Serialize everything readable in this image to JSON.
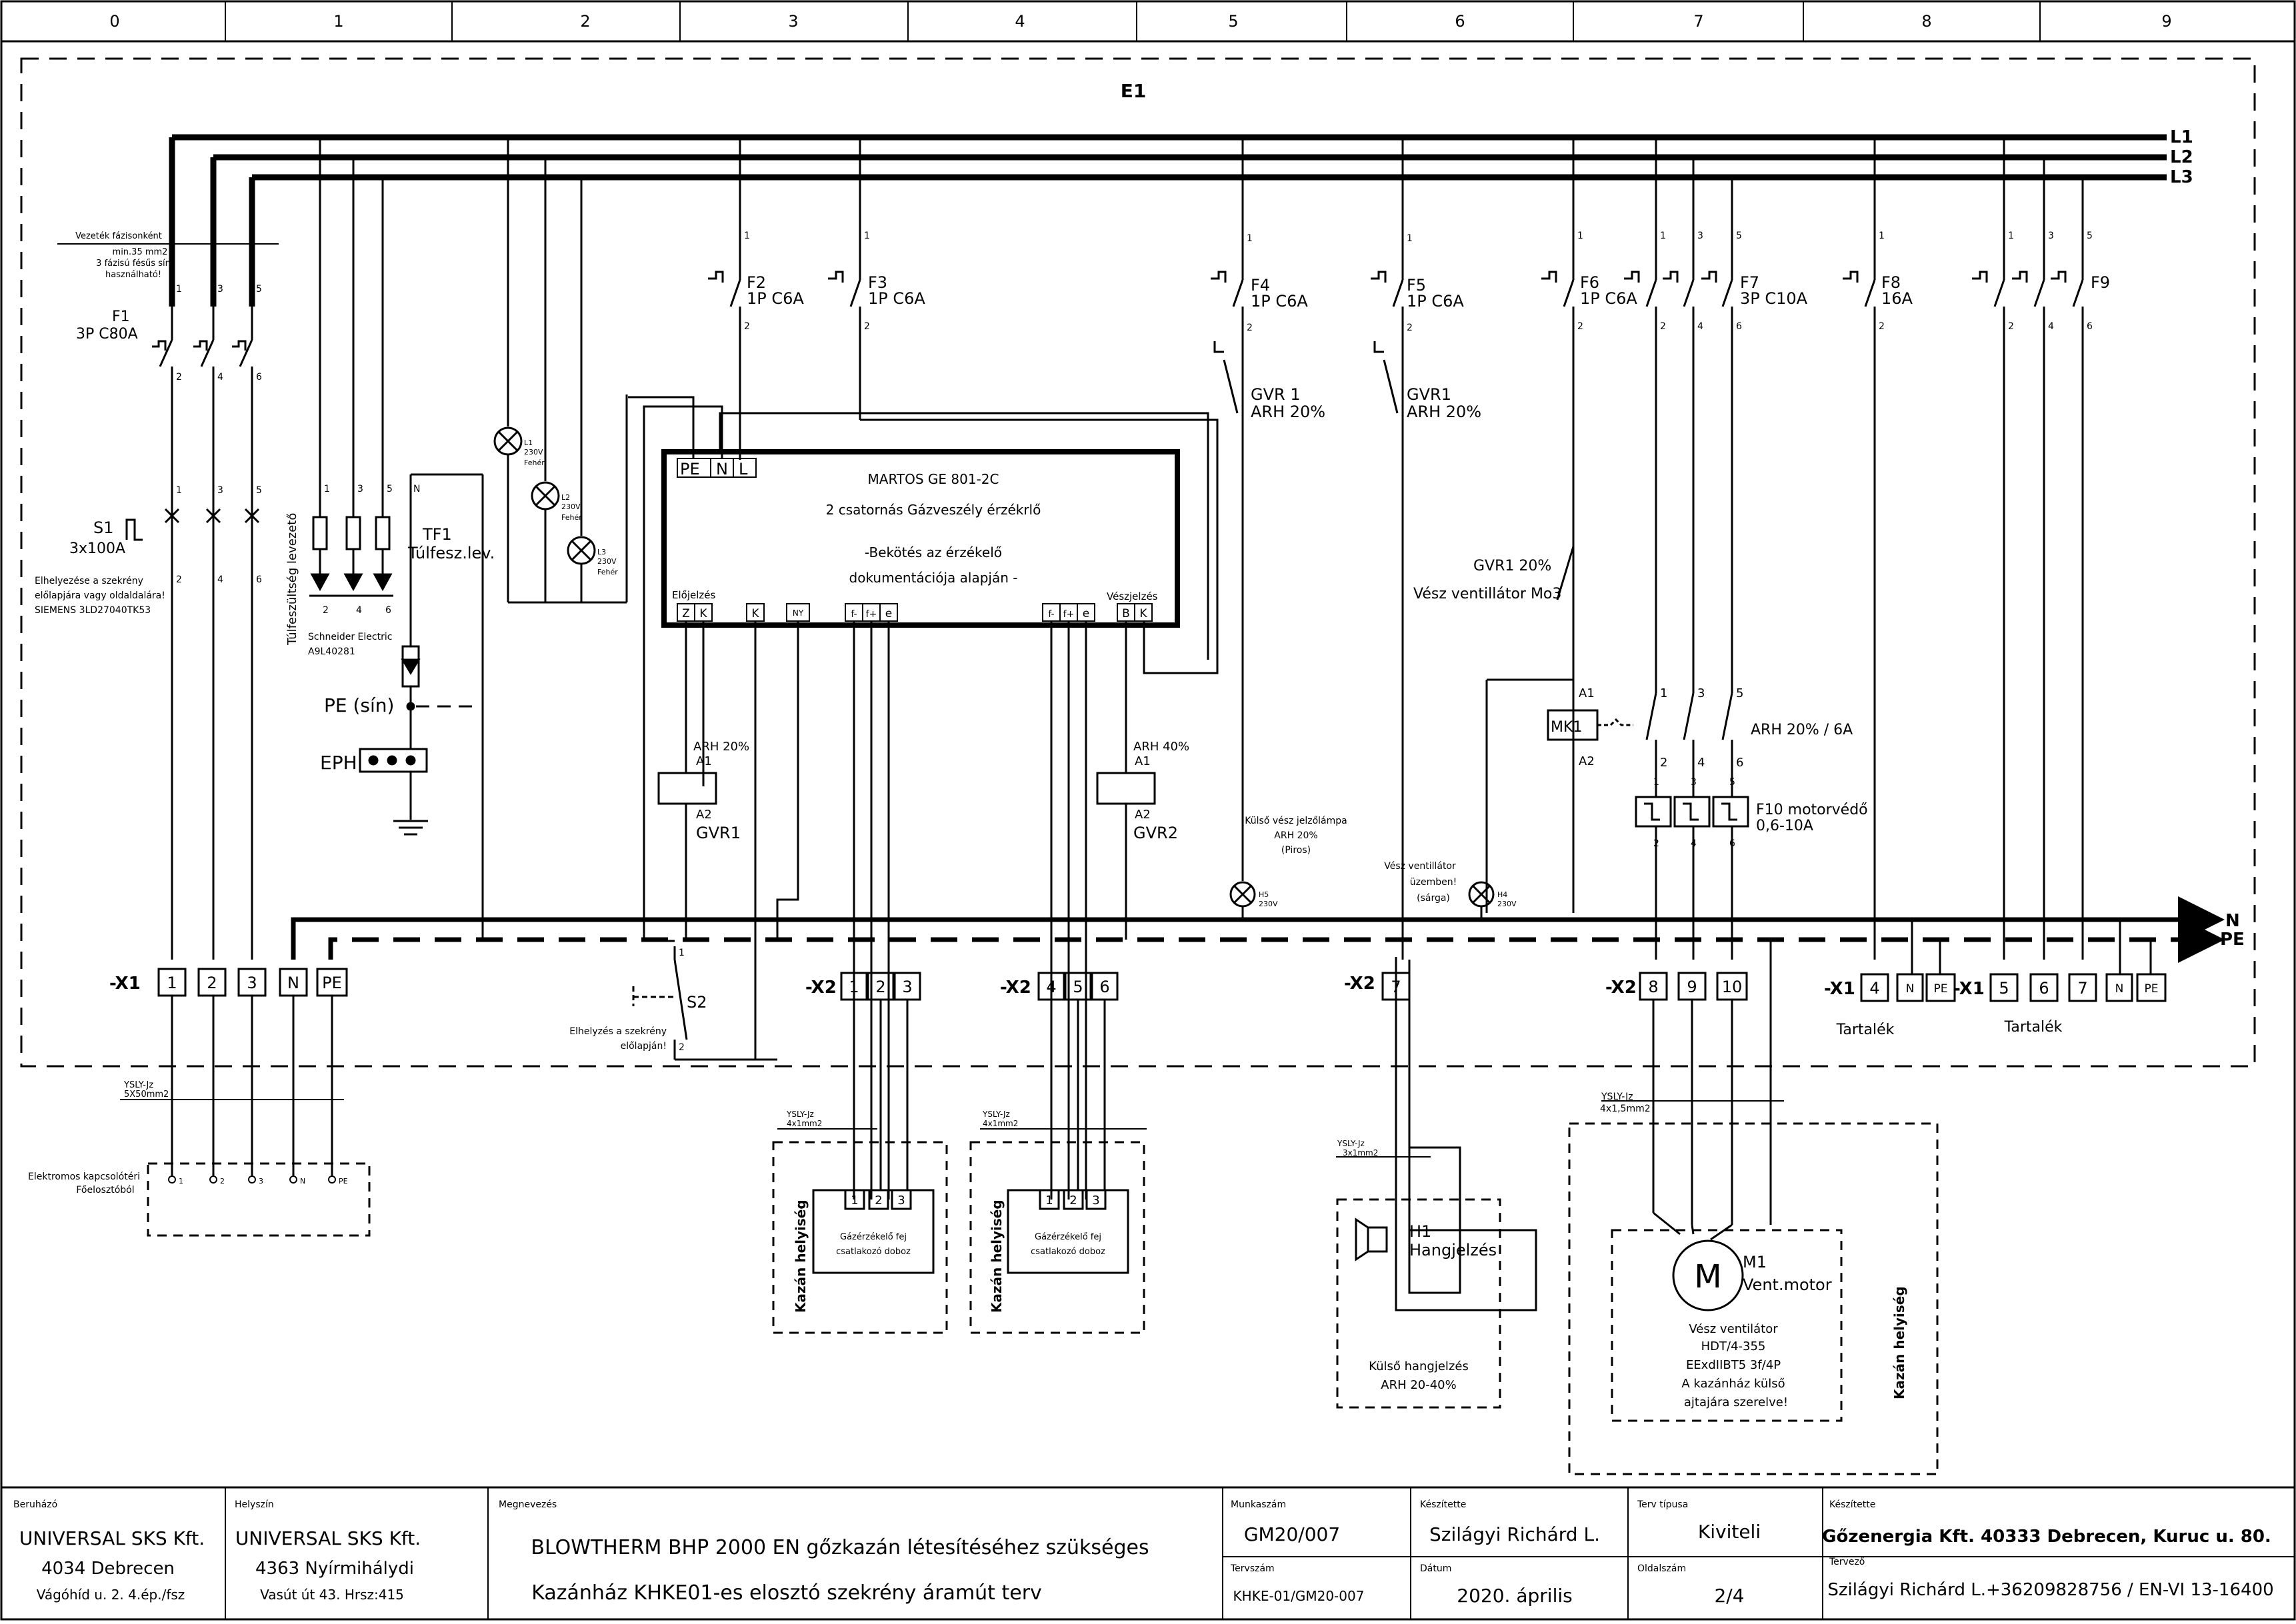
{
  "grid_columns": [
    "0",
    "1",
    "2",
    "3",
    "4",
    "5",
    "6",
    "7",
    "8",
    "9"
  ],
  "frame_label": "E1",
  "rails": [
    "L1",
    "L2",
    "L3",
    "N",
    "PE"
  ],
  "f1": {
    "name": "F1",
    "rating": "3P C80A",
    "terms_top": [
      "1",
      "3",
      "5"
    ],
    "terms_bottom": [
      "2",
      "4",
      "6"
    ]
  },
  "feeder_note": [
    "Vezeték fázisonként",
    "min.35  mm2",
    "3 fázisú fésűs sín",
    "használható!"
  ],
  "s1": {
    "name": "S1",
    "rating": "3x100A",
    "terms_top": [
      "1",
      "3",
      "5"
    ],
    "terms_bottom": [
      "2",
      "4",
      "6"
    ]
  },
  "s1_note": [
    "Elhelyezése a szekrény",
    "előlapjára vagy oldaldalára!",
    "SIEMENS 3LD27040TK53"
  ],
  "surge": {
    "title": "Túlfeszültség levezető",
    "terms_top": [
      "1",
      "3",
      "5"
    ],
    "terms_bottom": [
      "2",
      "4",
      "6"
    ],
    "maker": "Schneider Electric",
    "part": "A9L40281"
  },
  "tf1": {
    "name": "TF1",
    "desc": "Túlfesz.lev.",
    "n": "N"
  },
  "pe_bus": "PE (sín)",
  "eph": "EPH",
  "lamps": [
    {
      "name": "L1",
      "v": "230V",
      "c": "Fehér"
    },
    {
      "name": "L2",
      "v": "230V",
      "c": "Fehér"
    },
    {
      "name": "L3",
      "v": "230V",
      "c": "Fehér"
    }
  ],
  "breakers": [
    {
      "name": "F2",
      "rating": "1P C6A"
    },
    {
      "name": "F3",
      "rating": "1P C6A"
    },
    {
      "name": "F4",
      "rating": "1P C6A"
    },
    {
      "name": "F5",
      "rating": "1P C6A"
    },
    {
      "name": "F6",
      "rating": "1P C6A"
    },
    {
      "name": "F7",
      "rating": "3P C10A"
    },
    {
      "name": "F8",
      "rating": "16A"
    },
    {
      "name": "F9",
      "rating": ""
    }
  ],
  "detector": {
    "terms": [
      "PE",
      "N",
      "L"
    ],
    "title": "MARTOS GE 801-2C",
    "subtitle": "2 csatornás Gázveszély érzékrlő",
    "note1": "-Bekötés az érzékelő",
    "note2": "dokumentációja alapján -",
    "pre_alarm": "Előjelzés",
    "alarm": "Vészjelzés",
    "bottom_terms": [
      "Z",
      "K",
      "K",
      "NY",
      "f-",
      "f+",
      "e",
      "f-",
      "f+",
      "e",
      "B",
      "K"
    ]
  },
  "gvr": [
    {
      "name": "GVR1",
      "level": "ARH 20%",
      "a1": "A1",
      "a2": "A2"
    },
    {
      "name": "GVR2",
      "level": "ARH 40%",
      "a1": "A1",
      "a2": "A2"
    }
  ],
  "gvr_contacts": [
    {
      "name": "GVR 1",
      "level": "ARH 20%"
    },
    {
      "name": "GVR1",
      "level": "ARH 20%"
    }
  ],
  "fan_contact": {
    "l1": "GVR1 20%",
    "l2": "Vész ventillátor Mo3"
  },
  "mk1": {
    "name": "MK1",
    "a1": "A1",
    "a2": "A2",
    "rating": "ARH 20% / 6A",
    "terms_top": [
      "1",
      "3",
      "5"
    ],
    "terms_bottom": [
      "2",
      "4",
      "6"
    ]
  },
  "f10": {
    "name": "F10 motorvédő",
    "range": "0,6-10A",
    "terms_top": [
      "1",
      "3",
      "5"
    ],
    "terms_bottom": [
      "2",
      "4",
      "6"
    ]
  },
  "h5": {
    "l1": "Külső vész jelzőlámpa",
    "l2": "ARH 20%",
    "l3": "(Piros)",
    "name": "H5",
    "v": "230V"
  },
  "h4": {
    "l1": "Vész ventillátor",
    "l2": "üzemben!",
    "l3": "(sárga)",
    "name": "H4",
    "v": "230V"
  },
  "x1": {
    "label": "-X1",
    "terms": [
      "1",
      "2",
      "3",
      "N",
      "PE"
    ]
  },
  "s2": {
    "name": "S2",
    "note1": "Elhelyzés a szekrény",
    "note2": "előlapján!",
    "t1": "1",
    "t2": "2"
  },
  "x2a": {
    "label": "-X2",
    "terms": [
      "1",
      "2",
      "3"
    ]
  },
  "x2b": {
    "label": "-X2",
    "terms": [
      "4",
      "5",
      "6"
    ]
  },
  "x2c": {
    "label": "-X2",
    "terms": [
      "7"
    ]
  },
  "x2d": {
    "label": "-X2",
    "terms": [
      "8",
      "9",
      "10"
    ]
  },
  "spare1": {
    "label": "-X1",
    "terms": [
      "4",
      "N",
      "PE"
    ],
    "caption": "Tartalék"
  },
  "spare2": {
    "label": "-X1",
    "terms": [
      "5",
      "6",
      "7",
      "N",
      "PE"
    ],
    "caption": "Tartalék"
  },
  "cable_main": {
    "type": "YSLY-Jz",
    "size": "5X50mm2"
  },
  "supply_box": {
    "l1": "Elektromos kapcsolótéri",
    "l2": "Főelosztóból",
    "terms": [
      "1",
      "2",
      "3",
      "N",
      "PE"
    ]
  },
  "sensor_boxes": [
    {
      "cable": "YSLY-Jz",
      "size": "4x1mm2",
      "room": "Kazán helyiség",
      "terms": [
        "1",
        "2",
        "3"
      ],
      "l1": "Gázérzékelő fej",
      "l2": "csatlakozó doboz"
    },
    {
      "cable": "YSLY-Jz",
      "size": "4x1mm2",
      "room": "Kazán helyiség",
      "terms": [
        "1",
        "2",
        "3"
      ],
      "l1": "Gázérzékelő fej",
      "l2": "csatlakozó doboz"
    }
  ],
  "horn": {
    "cable": "YSLY-Jz",
    "size": "3x1mm2",
    "name": "H1",
    "desc": "Hangjelzés",
    "c1": "Külső hangjelzés",
    "c2": "ARH 20-40%"
  },
  "motor": {
    "cable": "YSLY-Jz",
    "size": "4x1,5mm2",
    "name": "M1",
    "desc": "Vent.motor",
    "symbol": "M",
    "d1": "Vész ventilátor",
    "d2": "HDT/4-355",
    "d3": "EExdIIBT5 3f/4P",
    "d4": "A kazánház külső",
    "d5": "ajtajára szerelve!",
    "room": "Kazán helyiség"
  },
  "title_block": {
    "investor_label": "Beruházó",
    "investor1": "UNIVERSAL SKS Kft.",
    "investor2": "4034 Debrecen",
    "investor3": "Vágóhíd u. 2. 4.ép./fsz",
    "site_label": "Helyszín",
    "site1": "UNIVERSAL SKS Kft.",
    "site2": "4363 Nyírmihálydi",
    "site3": "Vasút út 43. Hrsz:415",
    "name_label": "Megnevezés",
    "name1": "BLOWTHERM BHP 2000 EN gőzkazán létesítéséhez szükséges",
    "name2": "Kazánház KHKE01-es elosztó szekrény áramút terv",
    "job_label": "Munkaszám",
    "job": "GM20/007",
    "plan_label": "Tervszám",
    "plan": "KHKE-01/GM20-007",
    "made_label": "Készítette",
    "made": "Szilágyi Richárd L.",
    "date_label": "Dátum",
    "date": "2020. április",
    "type_label": "Terv típusa",
    "type": "Kiviteli",
    "page_label": "Oldalszám",
    "page": "2/4",
    "maker_label": "Készítette",
    "maker": "Gőzenergia Kft. 40333 Debrecen, Kuruc u. 80.",
    "designer_label": "Tervező",
    "designer": "Szilágyi Richárd L.+36209828756 / EN-VI 13-16400"
  }
}
